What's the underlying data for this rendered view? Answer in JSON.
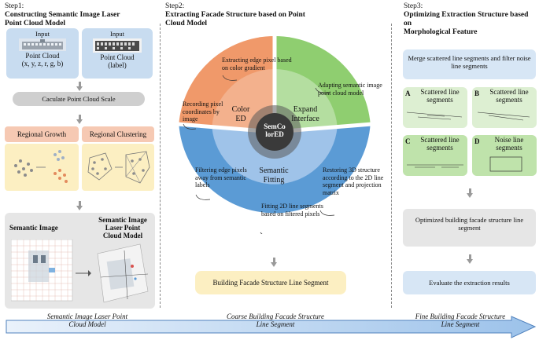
{
  "step1": {
    "title_line1": "Step1:",
    "title_line2": "Constructing Semantic Image Laser",
    "title_line3": "Point Cloud Model",
    "input_left": {
      "header": "Input",
      "label": "Point Cloud",
      "sub": "(x, y, z, r, g, b)"
    },
    "input_right": {
      "header": "Input",
      "label": "Point Cloud",
      "sub": "(label)"
    },
    "scale": "Caculate Point Cloud Scale",
    "growth": "Regional Growth",
    "clustering": "Regional Clustering",
    "semantic_image": "Semantic Image",
    "model_line1": "Semantic Image",
    "model_line2": "Laser Point",
    "model_line3": "Cloud Model"
  },
  "step2": {
    "title_line1": "Step2:",
    "title_line2": "Extracting Facade Structure based on Point",
    "title_line3": "Cloud Model",
    "center_line1": "SemCo",
    "center_line2": "lorED",
    "color_ed_1": "Color",
    "color_ed_2": "ED",
    "expand_1": "Expand",
    "expand_2": "Interface",
    "fitting_1": "Semantic",
    "fitting_2": "Fitting",
    "ann_edge": "Extracting edge pixel based on color gradient",
    "ann_record": "Recording pixel coordinates by image",
    "ann_adapt": "Adapting semantic image point cloud model",
    "ann_filter": "Filtering edge pixels away from semantic labels",
    "ann_restore": "Restoring 3D structure according to the 2D line segment and projection matrix",
    "ann_fit2d": "Fitting 2D line segments based on filtered pixels",
    "result": "Building Facade Structure Line Segment"
  },
  "step3": {
    "title_line1": "Step3:",
    "title_line2": "Optimizing Extraction Structure based on",
    "title_line3": "Morphological Feature",
    "merge": "Merge scattered line segments and filter noise line segments",
    "a_letter": "A",
    "a_text": "Scattered line segments",
    "b_letter": "B",
    "b_text": "Scattered line segments",
    "c_letter": "C",
    "c_text": "Scattered line segments",
    "d_letter": "D",
    "d_text": "Noise line segments",
    "optimized": "Optimized building facade structure line segment",
    "evaluate": "Evaluate the extraction results"
  },
  "bottom": {
    "cap1_line1": "Semantic Image Laser Point",
    "cap1_line2": "Cloud Model",
    "cap2_line1": "Coarse Building Facade Structure",
    "cap2_line2": "Line Segment",
    "cap3_line1": "Fine Building Facade Structure",
    "cap3_line2": "Line Segment"
  },
  "colors": {
    "blue": "#c8dcf0",
    "orange": "#f0996a",
    "green": "#8fce70",
    "ring_blue": "#5b9bd5",
    "yellow": "#fcefc2"
  }
}
